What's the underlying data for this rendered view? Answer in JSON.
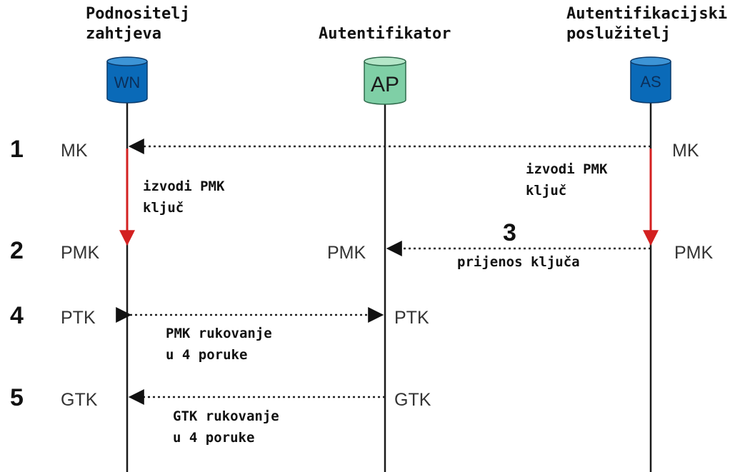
{
  "entities": [
    {
      "id": "wn",
      "title_lines": [
        "Podnositelj",
        "zahtjeva"
      ],
      "badge": "WN",
      "color": "#0a6ab8"
    },
    {
      "id": "ap",
      "title_lines": [
        "Autentifikator"
      ],
      "badge": "AP",
      "color": "#7fcfa6"
    },
    {
      "id": "as",
      "title_lines": [
        "Autentifikacijski",
        "poslužitelj"
      ],
      "badge": "AS",
      "color": "#0a6ab8"
    }
  ],
  "steps": [
    "1",
    "2",
    "3",
    "4",
    "5"
  ],
  "keys": {
    "wn_mk": "MK",
    "as_mk": "MK",
    "wn_pmk": "PMK",
    "ap_pmk": "PMK",
    "as_pmk": "PMK",
    "wn_ptk": "PTK",
    "ap_ptk": "PTK",
    "wn_gtk": "GTK",
    "ap_gtk": "GTK"
  },
  "notes": {
    "wn_derive": [
      "izvodi PMK",
      "ključ"
    ],
    "as_derive": [
      "izvodi PMK",
      "ključ"
    ],
    "transfer": [
      "prijenos ključa"
    ],
    "pmk_handshake": [
      "PMK rukovanje",
      "u 4 poruke"
    ],
    "gtk_handshake": [
      "GTK rukovanje",
      "u 4 poruke"
    ]
  },
  "colors": {
    "lifeline": "#1a1a1a",
    "derive_arrow": "#d32020",
    "dotted": "#222222",
    "cylinder_dark": "#0a6ab8",
    "cylinder_light": "#7fcfa6"
  }
}
